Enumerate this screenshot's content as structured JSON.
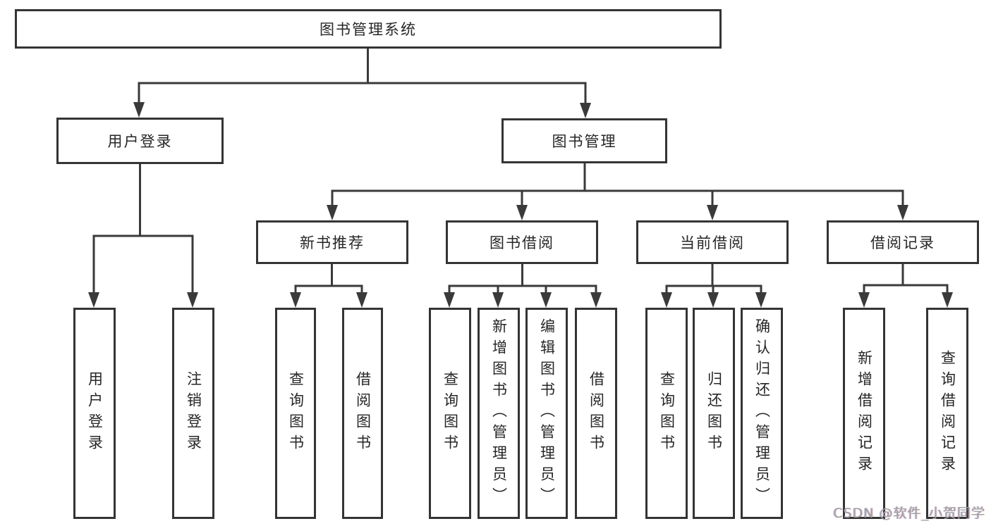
{
  "diagram": {
    "root": {
      "label": "图书管理系统"
    },
    "level2": [
      {
        "label": "用户登录"
      },
      {
        "label": "图书管理"
      }
    ],
    "login_children": [
      {
        "label": "用户登录"
      },
      {
        "label": "注销登录"
      }
    ],
    "level3": [
      {
        "label": "新书推荐"
      },
      {
        "label": "图书借阅"
      },
      {
        "label": "当前借阅"
      },
      {
        "label": "借阅记录"
      }
    ],
    "recommend_children": [
      {
        "label": "查询图书"
      },
      {
        "label": "借阅图书"
      }
    ],
    "borrow_children": [
      {
        "label": "查询图书"
      },
      {
        "label": "新增图书（管理员）"
      },
      {
        "label": "编辑图书（管理员）"
      },
      {
        "label": "借阅图书"
      }
    ],
    "current_children": [
      {
        "label": "查询图书"
      },
      {
        "label": "归还图书"
      },
      {
        "label": "确认归还（管理员）"
      }
    ],
    "record_children": [
      {
        "label": "新增借阅记录"
      },
      {
        "label": "查询借阅记录"
      }
    ]
  },
  "watermark": {
    "text": "CSDN @软件_小贺同学"
  },
  "colors": {
    "line": "#3a3a3a",
    "box_border": "#343434",
    "text": "#262626",
    "watermark": "#a2a2a2",
    "background": "#ffffff"
  }
}
